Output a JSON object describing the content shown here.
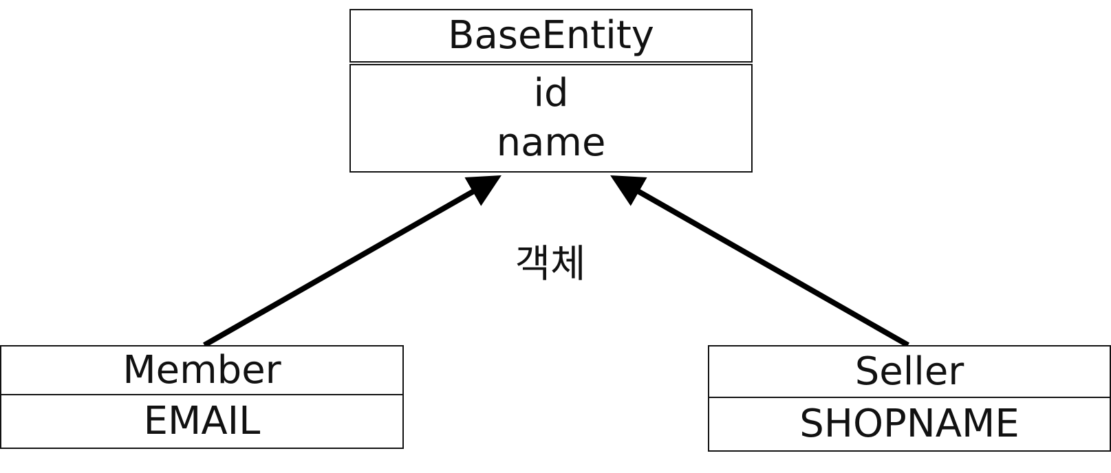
{
  "diagram": {
    "base": {
      "title": "BaseEntity",
      "attributes": [
        "id",
        "name"
      ]
    },
    "member": {
      "title": "Member",
      "attribute": "EMAIL"
    },
    "seller": {
      "title": "Seller",
      "attribute": "SHOPNAME"
    },
    "center_label": "객체"
  },
  "colors": {
    "line": "#000000",
    "border": "#111111",
    "background": "#ffffff"
  }
}
